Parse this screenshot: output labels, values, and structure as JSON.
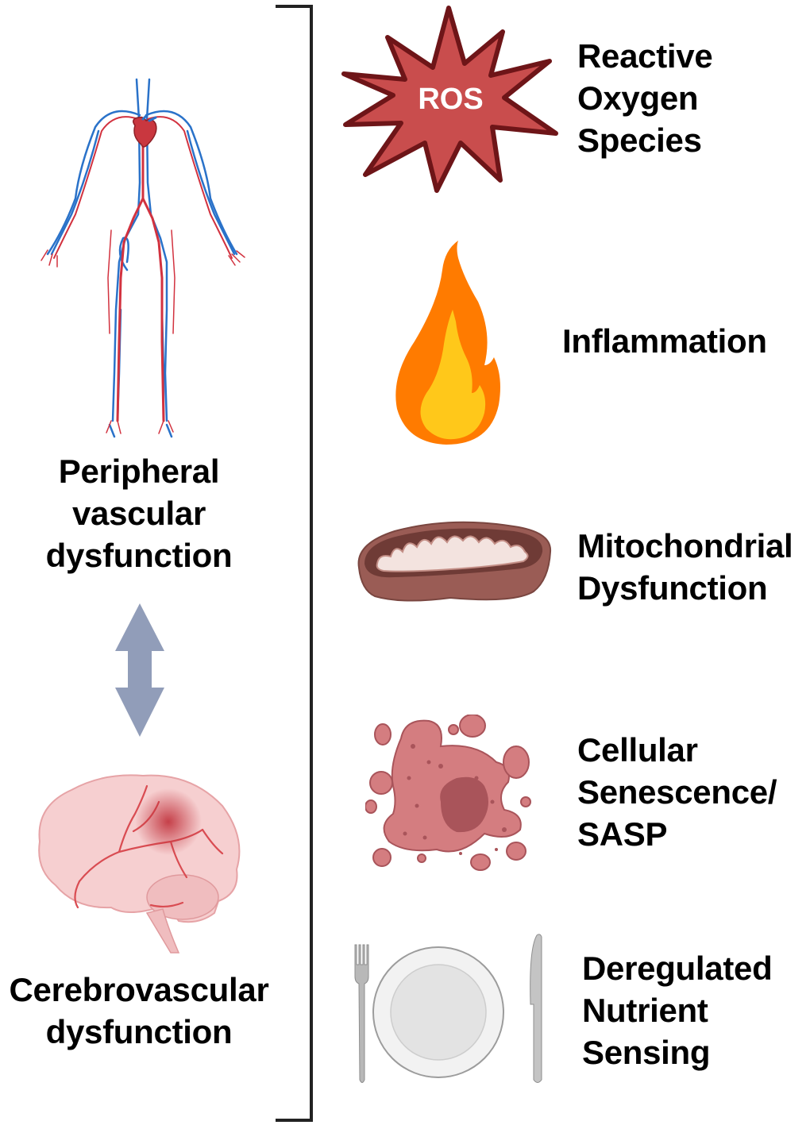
{
  "left_panel": {
    "top_label": [
      "Peripheral",
      "vascular",
      "dysfunction"
    ],
    "bottom_label": [
      "Cerebrovascular",
      "dysfunction"
    ],
    "top_icon": "circulatory-system-icon",
    "bottom_icon": "brain-lesion-icon",
    "connector": "double-headed-arrow-icon"
  },
  "right_panel": {
    "items": [
      {
        "icon": "ros-starburst-icon",
        "icon_text": "ROS",
        "label": [
          "Reactive",
          "Oxygen",
          "Species"
        ]
      },
      {
        "icon": "flame-icon",
        "label": [
          "Inflammation"
        ]
      },
      {
        "icon": "mitochondrion-icon",
        "label": [
          "Mitochondrial",
          "Dysfunction"
        ]
      },
      {
        "icon": "senescent-cell-icon",
        "label": [
          "Cellular",
          "Senescence/",
          "SASP"
        ]
      },
      {
        "icon": "plate-fork-knife-icon",
        "label": [
          "Deregulated",
          "Nutrient",
          "Sensing"
        ]
      }
    ]
  },
  "colors": {
    "ros_fill": "#c94d4d",
    "ros_stroke": "#6e1518",
    "flame_outer": "#ff7b00",
    "flame_inner": "#ffc81a",
    "mito": "#9a5c55",
    "cell": "#d47d80",
    "cell_nucleus": "#a9545a",
    "arrow": "#919db9",
    "artery": "#d2323f",
    "vein": "#2a72c9",
    "brain": "#f5c9c9"
  }
}
